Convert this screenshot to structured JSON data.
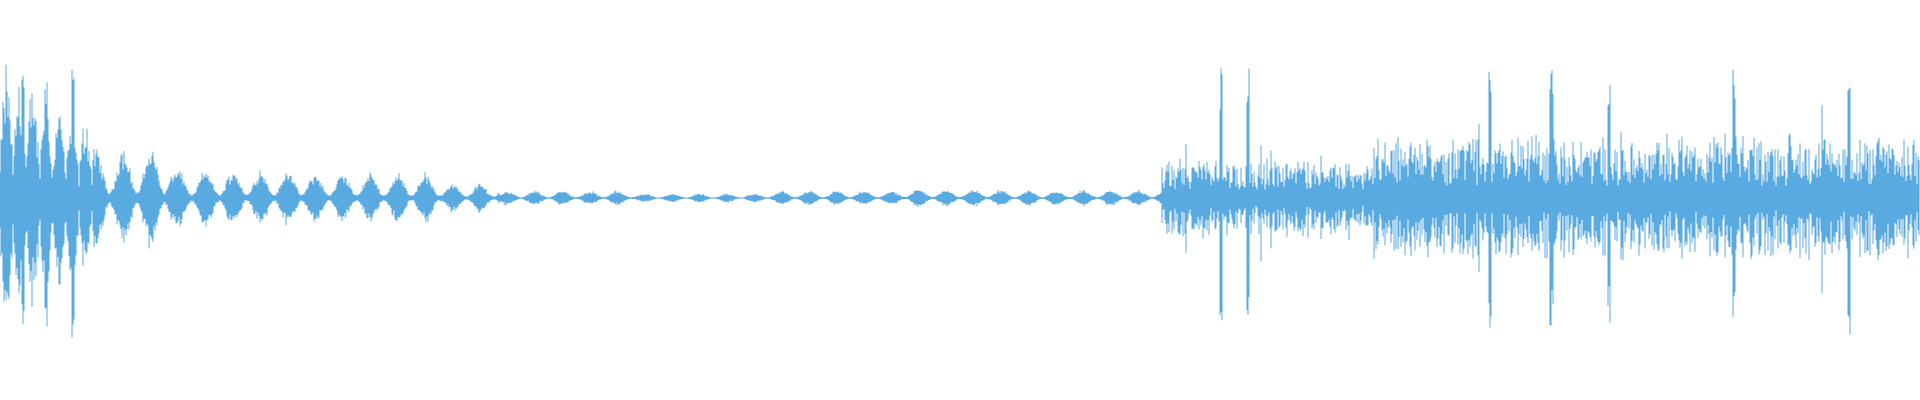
{
  "waveform": {
    "color": "#5AAAE2",
    "background": "#FFFFFF",
    "segments": [
      {
        "start": 0.0,
        "end": 0.048,
        "style": "decaying-bursts",
        "amplitude": 0.78
      },
      {
        "start": 0.048,
        "end": 0.09,
        "style": "bursts",
        "amplitude": 0.28
      },
      {
        "start": 0.09,
        "end": 0.16,
        "style": "bursts",
        "amplitude": 0.16
      },
      {
        "start": 0.16,
        "end": 0.23,
        "style": "bursts",
        "amplitude": 0.14
      },
      {
        "start": 0.23,
        "end": 0.26,
        "style": "bursts",
        "amplitude": 0.08
      },
      {
        "start": 0.26,
        "end": 0.33,
        "style": "bursts",
        "amplitude": 0.04
      },
      {
        "start": 0.33,
        "end": 0.4,
        "style": "bursts",
        "amplitude": 0.025
      },
      {
        "start": 0.4,
        "end": 0.47,
        "style": "bursts",
        "amplitude": 0.04
      },
      {
        "start": 0.47,
        "end": 0.52,
        "style": "bursts",
        "amplitude": 0.05
      },
      {
        "start": 0.52,
        "end": 0.605,
        "style": "bursts",
        "amplitude": 0.045
      },
      {
        "start": 0.605,
        "end": 0.715,
        "style": "noise",
        "amplitude": 0.22
      },
      {
        "start": 0.715,
        "end": 1.0,
        "style": "noise",
        "amplitude": 0.34
      }
    ],
    "peaks": [
      0.012,
      0.024,
      0.038,
      0.636,
      0.65,
      0.776,
      0.808,
      0.838,
      0.903,
      0.963
    ]
  }
}
